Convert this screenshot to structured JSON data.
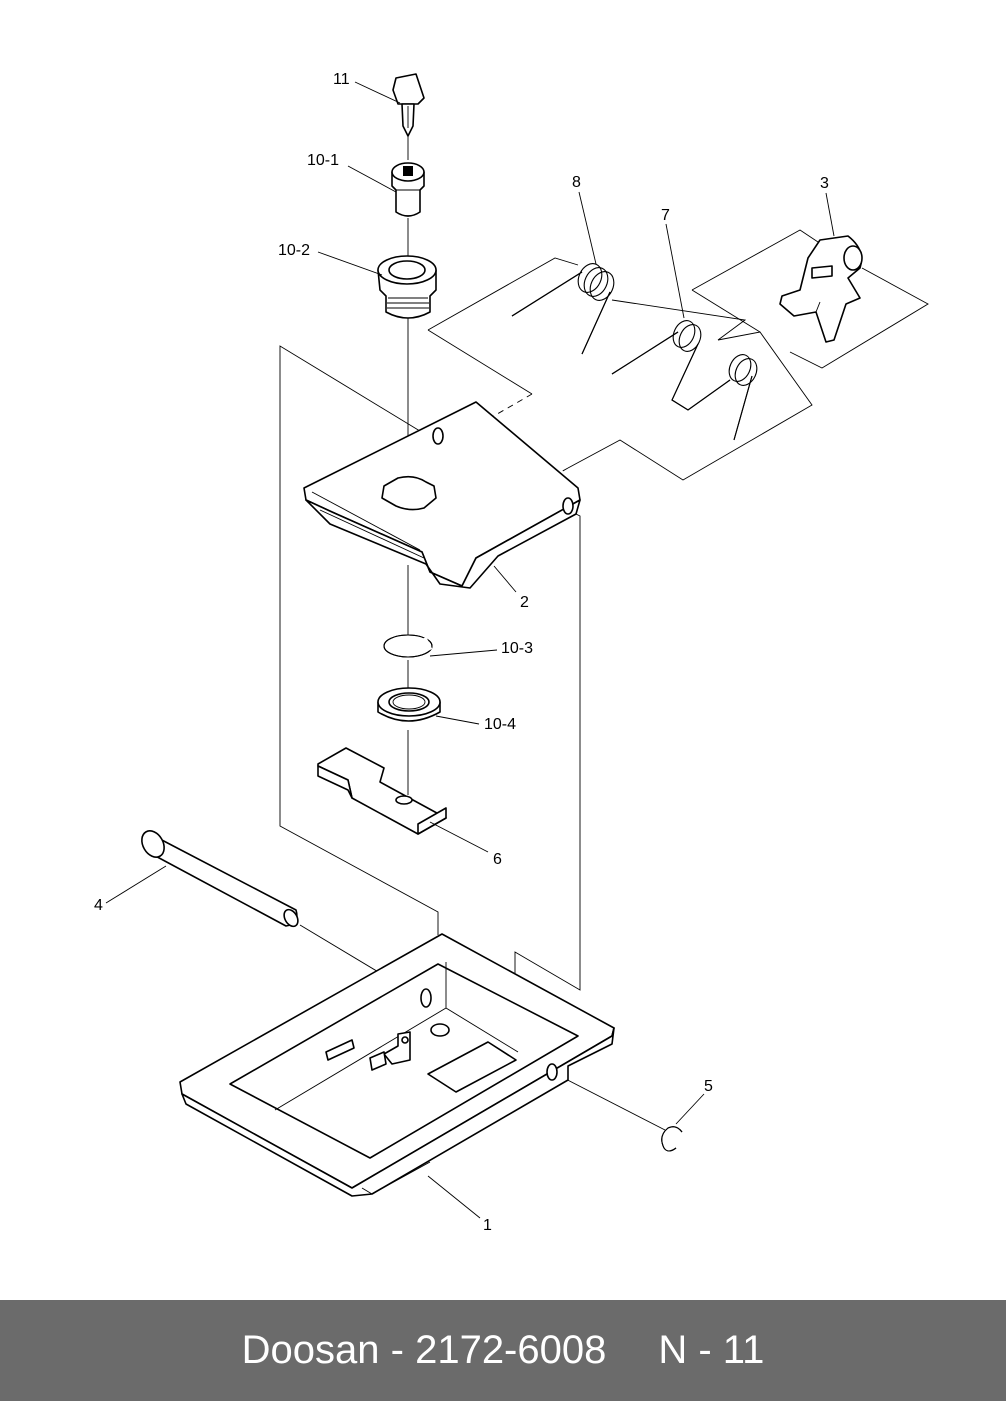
{
  "diagram": {
    "labels": {
      "l11": "11",
      "l10_1": "10-1",
      "l10_2": "10-2",
      "l8": "8",
      "l7": "7",
      "l3": "3",
      "l2": "2",
      "l10_3": "10-3",
      "l10_4": "10-4",
      "l6": "6",
      "l4": "4",
      "l5": "5",
      "l1": "1"
    }
  },
  "footer": {
    "part_text": "Doosan - 2172-6008",
    "page_text": "N - 11"
  }
}
